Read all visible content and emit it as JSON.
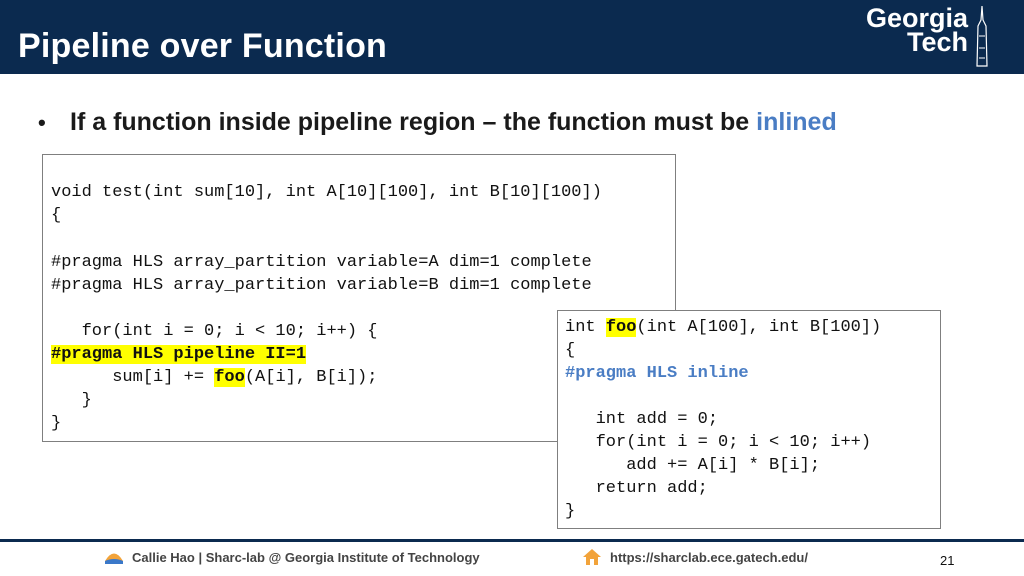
{
  "header": {
    "title": "Pipeline over Function",
    "logo_line1": "Georgia",
    "logo_line2": "Tech"
  },
  "bullet": {
    "marker": "•",
    "text_before": "If a function inside pipeline region – the function must be ",
    "text_accent": "inlined"
  },
  "main_code": {
    "line1": "void test(int sum[10], int A[10][100], int B[10][100])",
    "line2": "{",
    "line3": "#pragma HLS array_partition variable=A dim=1 complete",
    "line4": "#pragma HLS array_partition variable=B dim=1 complete",
    "line5": "   for(int i = 0; i < 10; i++) {",
    "line6": "#pragma HLS pipeline II=1",
    "line7_pre": "      sum[i] += ",
    "line7_hl": "foo",
    "line7_post": "(A[i], B[i]);",
    "line8": "   }",
    "line9": "}"
  },
  "foo_code": {
    "line1_pre": "int ",
    "line1_hl": "foo",
    "line1_post": "(int A[100], int B[100])",
    "line2": "{",
    "line3": "#pragma HLS inline",
    "line4": "   int add = 0;",
    "line5": "   for(int i = 0; i < 10; i++)",
    "line6": "      add += A[i] * B[i];",
    "line7": "   return add;",
    "line8": "}"
  },
  "footer": {
    "left_text": "Callie Hao | Sharc-lab @ Georgia Institute of Technology",
    "right_text": "https://sharclab.ece.gatech.edu/",
    "page_number": "21",
    "left_icon": "sharc-lab-logo-icon",
    "right_icon": "home-icon"
  },
  "colors": {
    "header_bg": "#0b2a4f",
    "accent": "#4a7dc4",
    "highlight": "#ffff00"
  }
}
